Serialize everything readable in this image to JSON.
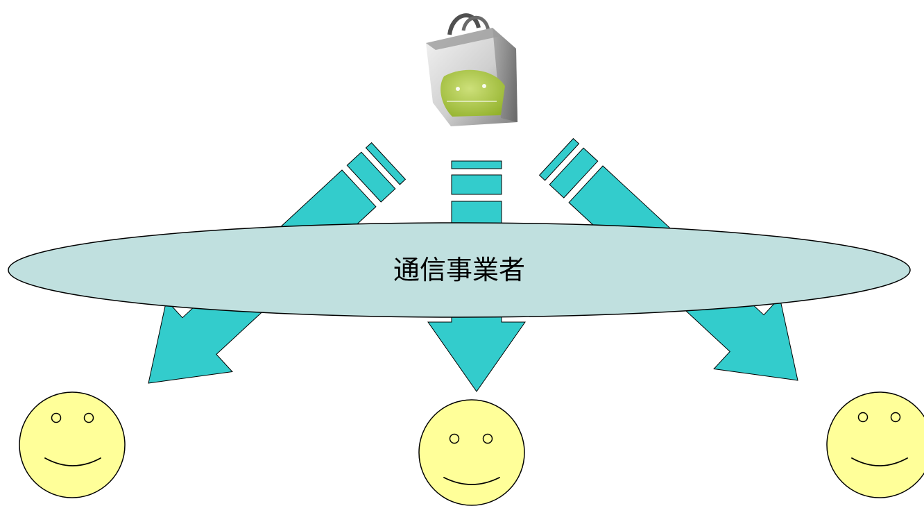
{
  "carrier": {
    "label": "通信事業者"
  },
  "store_icon": {
    "name": "market-shopping-bag-icon"
  },
  "users": [
    {
      "name": "user-left"
    },
    {
      "name": "user-center"
    },
    {
      "name": "user-right"
    }
  ],
  "colors": {
    "arrow_fill": "#33cccc",
    "ellipse_fill": "#c0e0df",
    "face_fill": "#ffff99",
    "bag_gray": "#8a8a8a",
    "bag_green": "#a4c43c"
  }
}
